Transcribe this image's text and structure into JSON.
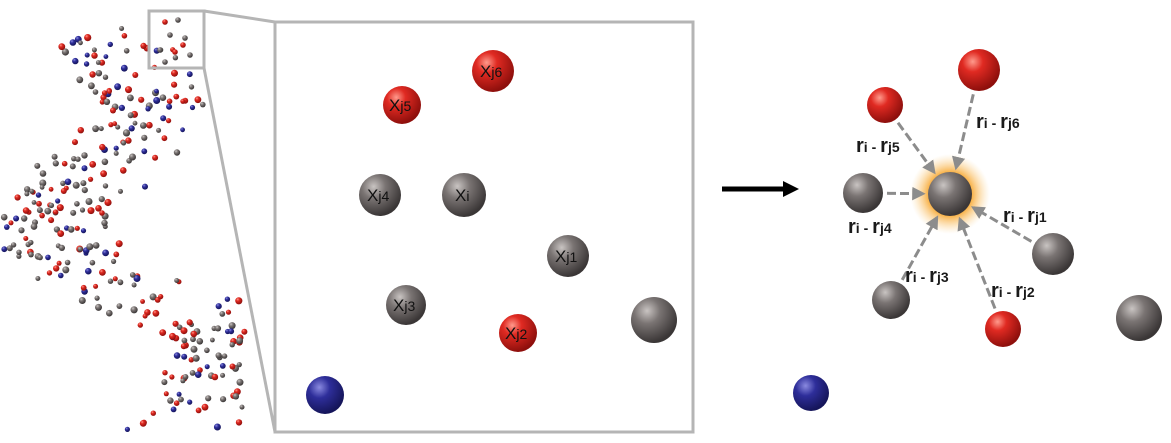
{
  "colors": {
    "oxygen_red": "#d62020",
    "carbon_gray": "#6b6666",
    "nitrogen_blue": "#2a2a8f",
    "frame_gray": "#b5b5b5",
    "arrow_gray": "#8c8c8c",
    "glow_orange": "#f6a020",
    "text": "#111111"
  },
  "zoom_atoms": [
    {
      "id": "xj6",
      "label": "Xj6",
      "type": "oxygen"
    },
    {
      "id": "xj5",
      "label": "Xj5",
      "type": "oxygen"
    },
    {
      "id": "xj4",
      "label": "Xj4",
      "type": "carbon"
    },
    {
      "id": "xi",
      "label": "Xi",
      "type": "carbon"
    },
    {
      "id": "xj1",
      "label": "Xj1",
      "type": "carbon"
    },
    {
      "id": "xj3",
      "label": "Xj3",
      "type": "carbon"
    },
    {
      "id": "xj2",
      "label": "Xj2",
      "type": "oxygen"
    },
    {
      "id": "extra-gray",
      "label": "",
      "type": "carbon"
    },
    {
      "id": "extra-blue",
      "label": "",
      "type": "nitrogen"
    }
  ],
  "vector_labels": [
    {
      "id": "rj6",
      "main": "r",
      "sub1": "i",
      "sep": " - ",
      "main2": "r",
      "sub2": "j6"
    },
    {
      "id": "rj5",
      "main": "r",
      "sub1": "i",
      "sep": " - ",
      "main2": "r",
      "sub2": "j5"
    },
    {
      "id": "rj4",
      "main": "r",
      "sub1": "i",
      "sep": " - ",
      "main2": "r",
      "sub2": "j4"
    },
    {
      "id": "rj1",
      "main": "r",
      "sub1": "i",
      "sep": " - ",
      "main2": "r",
      "sub2": "j1"
    },
    {
      "id": "rj3",
      "main": "r",
      "sub1": "i",
      "sep": " - ",
      "main2": "r",
      "sub2": "j3"
    },
    {
      "id": "rj2",
      "main": "r",
      "sub1": "i",
      "sep": " - ",
      "main2": "r",
      "sub2": "j2"
    }
  ]
}
